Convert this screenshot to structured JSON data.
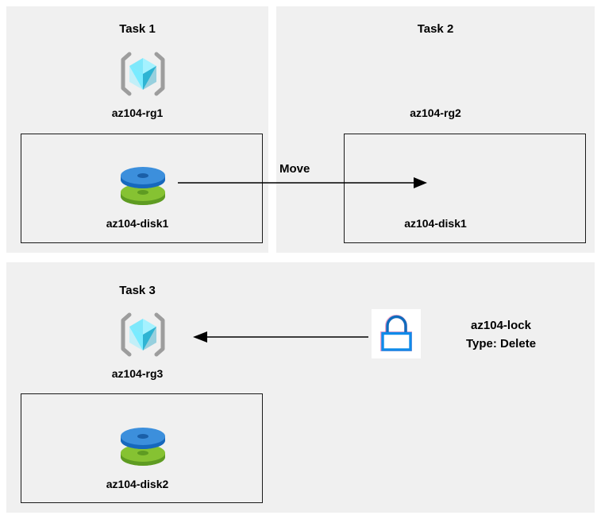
{
  "diagram": {
    "title_hidden": "",
    "background": "#ffffff",
    "panel_background": "#f0f0f0",
    "box_border_color": "#1a1a1a",
    "accent_cyan": "#50E6FF",
    "accent_blue": "#3A8DDE",
    "accent_green": "#7FBA00",
    "lock_blue": "#0078D4"
  },
  "tasks": [
    {
      "title": "Task 1",
      "resource_group": {
        "label": "az104-rg1",
        "icon": "resource-group-icon"
      },
      "resource": {
        "label": "az104-disk1",
        "icon": "managed-disk-icon"
      }
    },
    {
      "title": "Task 2",
      "resource_group": {
        "label": "az104-rg2",
        "icon": "resource-group-icon"
      },
      "resource": {
        "label": "az104-disk1",
        "icon": "managed-disk-icon"
      }
    },
    {
      "title": "Task 3",
      "resource_group": {
        "label": "az104-rg3",
        "icon": "resource-group-icon"
      },
      "resource": {
        "label": "az104-disk2",
        "icon": "managed-disk-icon"
      }
    }
  ],
  "connectors": {
    "move": {
      "label": "Move",
      "direction": "right"
    },
    "lock_apply": {
      "direction": "left"
    }
  },
  "lock": {
    "icon": "padlock-icon",
    "name": "az104-lock",
    "type_line": "Type: Delete"
  }
}
